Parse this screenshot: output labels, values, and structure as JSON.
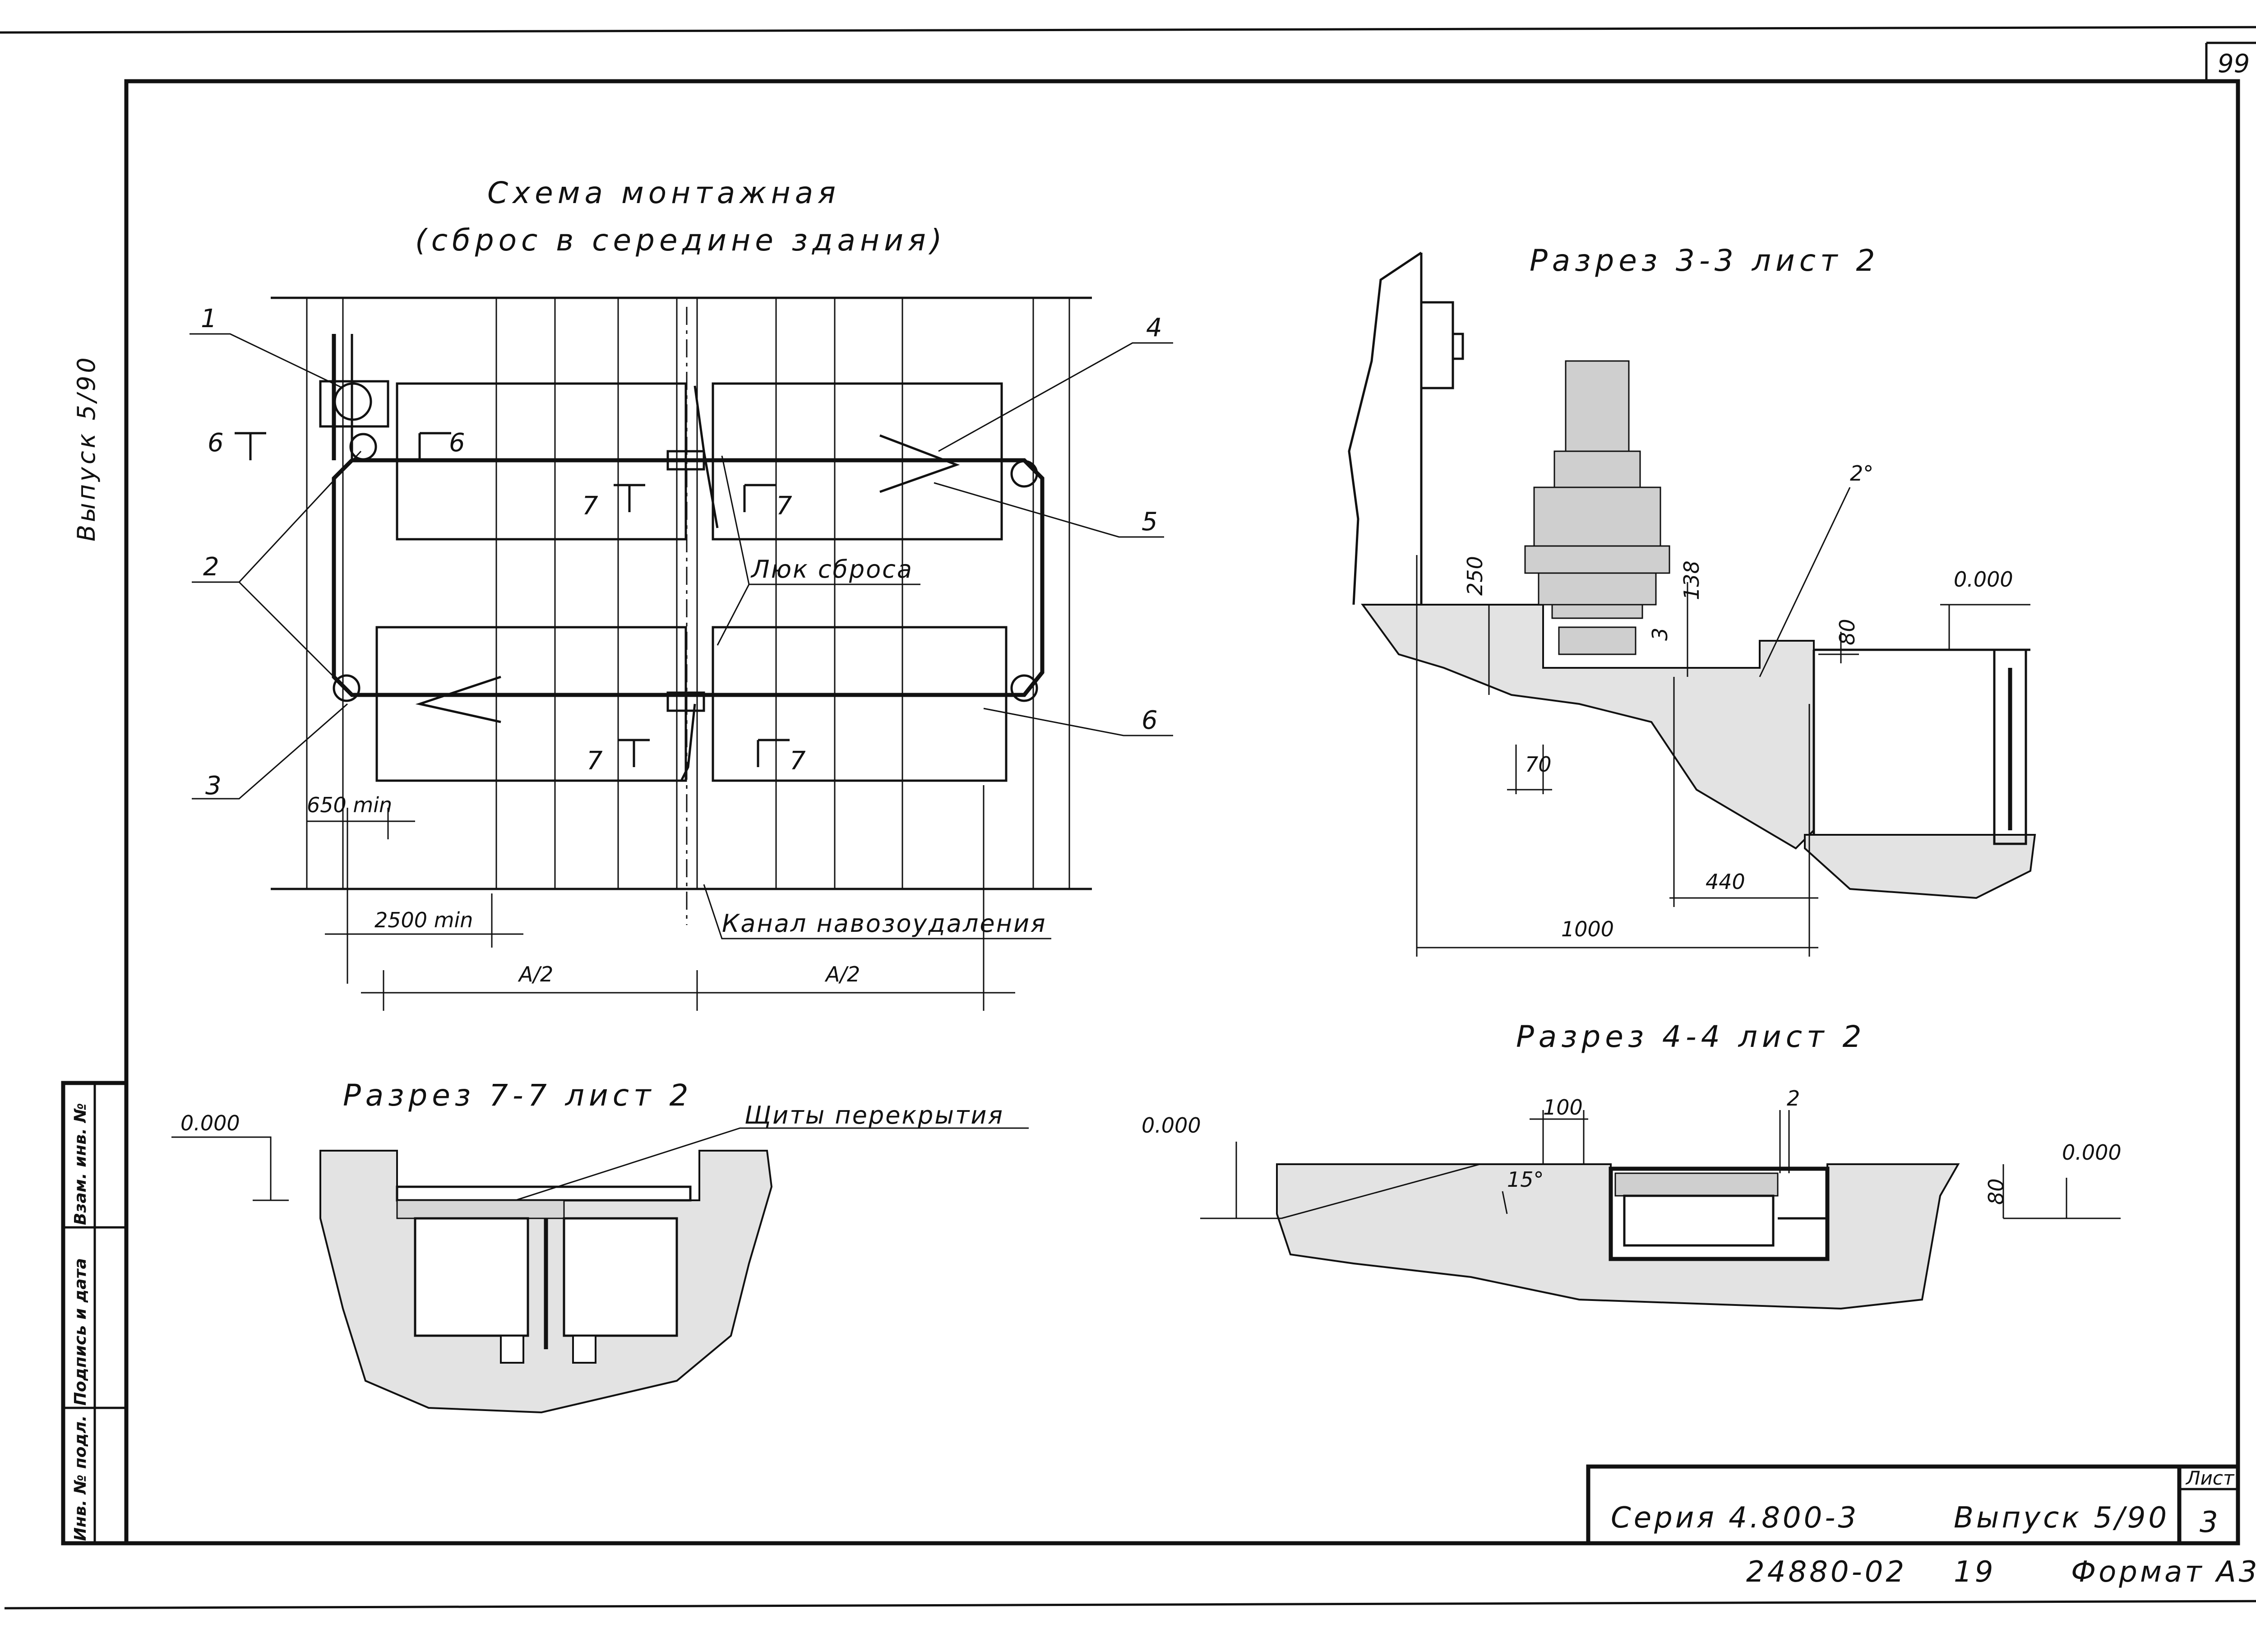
{
  "sheet_number_corner": "99",
  "side_label": "Выпуск   5/90",
  "stamp_column": [
    "Инв. № подл.",
    "Подпись и дата",
    "Взам. инв. №"
  ],
  "plan": {
    "title_line1": "Схема  монтажная",
    "title_line2": "(сброс  в  середине  здания)",
    "callouts": [
      "1",
      "2",
      "3",
      "4",
      "5",
      "6"
    ],
    "section_marks": {
      "six_left": "6",
      "six_right": "6",
      "seven": "7"
    },
    "hatch_label": "Люк сброса",
    "channel_label": "Канал навозоудаления",
    "dim_650": "650 min",
    "dim_2500": "2500 min",
    "dim_half": "A/2"
  },
  "section_3_3": {
    "title": "Разрез  3-3  лист 2",
    "dims": {
      "d250": "250",
      "d138": "138",
      "d3": "3",
      "d80": "80",
      "d70": "70",
      "d440": "440",
      "d1000": "1000",
      "angle": "2°",
      "level": "0.000"
    }
  },
  "section_4_4": {
    "title": "Разрез  4-4  лист 2",
    "dims": {
      "d100": "100",
      "d2": "2",
      "d80": "80",
      "angle": "15°",
      "level_left": "0.000",
      "level_right": "0.000"
    }
  },
  "section_7_7": {
    "title": "Разрез  7-7  лист 2",
    "level": "0.000",
    "slab_label": "Щиты перекрытия"
  },
  "title_block": {
    "series": "Серия   4.800-3",
    "issue": "Выпуск  5/90",
    "sheet_label": "Лист",
    "sheet_number": "3",
    "doc_number": "24880-02",
    "copy_number": "19",
    "format": "Формат А3"
  }
}
